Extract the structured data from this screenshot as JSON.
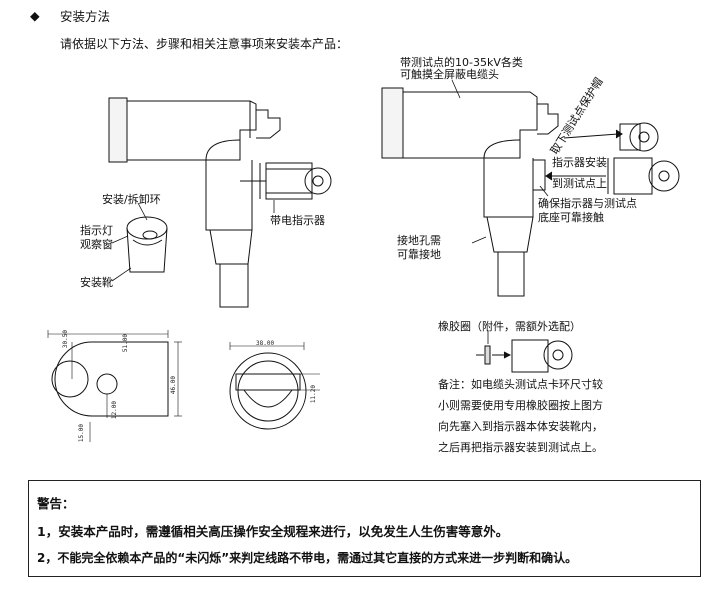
{
  "section": {
    "bullet": "◆",
    "title": "安装方法",
    "intro": "请依据以下方法、步骤和相关注意事项来安装本产品："
  },
  "left_figure": {
    "label_ring": "安装/拆卸环",
    "label_window_1": "指示灯",
    "label_window_2": "观察窗",
    "label_boot": "安装靴",
    "label_indicator": "带电指示器"
  },
  "right_figure": {
    "label_cable_head_1": "带测试点的10-35kV各类",
    "label_cable_head_2": "可触摸全屏蔽电缆头",
    "label_remove_cap": "取下测试点保护帽",
    "label_mount_1": "指示器安装",
    "label_mount_2": "到测试点上",
    "label_ensure_1": "确保指示器与测试点",
    "label_ensure_2": "底座可靠接触",
    "label_ground_1": "接地孔需",
    "label_ground_2": "可靠接地"
  },
  "dimensions": {
    "d1": "30.50",
    "d2": "51.00",
    "d3": "46.00",
    "d4": "12.00",
    "d5": "15.00",
    "d6": "38.00",
    "d7": "11.20"
  },
  "rubber_ring": {
    "label": "橡胶圈（附件，需额外选配）"
  },
  "note": {
    "line1": "备注：如电缆头测试点卡环尺寸较",
    "line2": "小则需要使用专用橡胶圈按上图方",
    "line3": "向先塞入到指示器本体安装靴内，",
    "line4": "之后再把指示器安装到测试点上。"
  },
  "warning": {
    "title": "警告：",
    "item1": "1，安装本产品时，需遵循相关高压操作安全规程来进行，以免发生人生伤害等意外。",
    "item2": "2，不能完全依赖本产品的“未闪烁”来判定线路不带电，需通过其它直接的方式来进一步判断和确认。"
  }
}
